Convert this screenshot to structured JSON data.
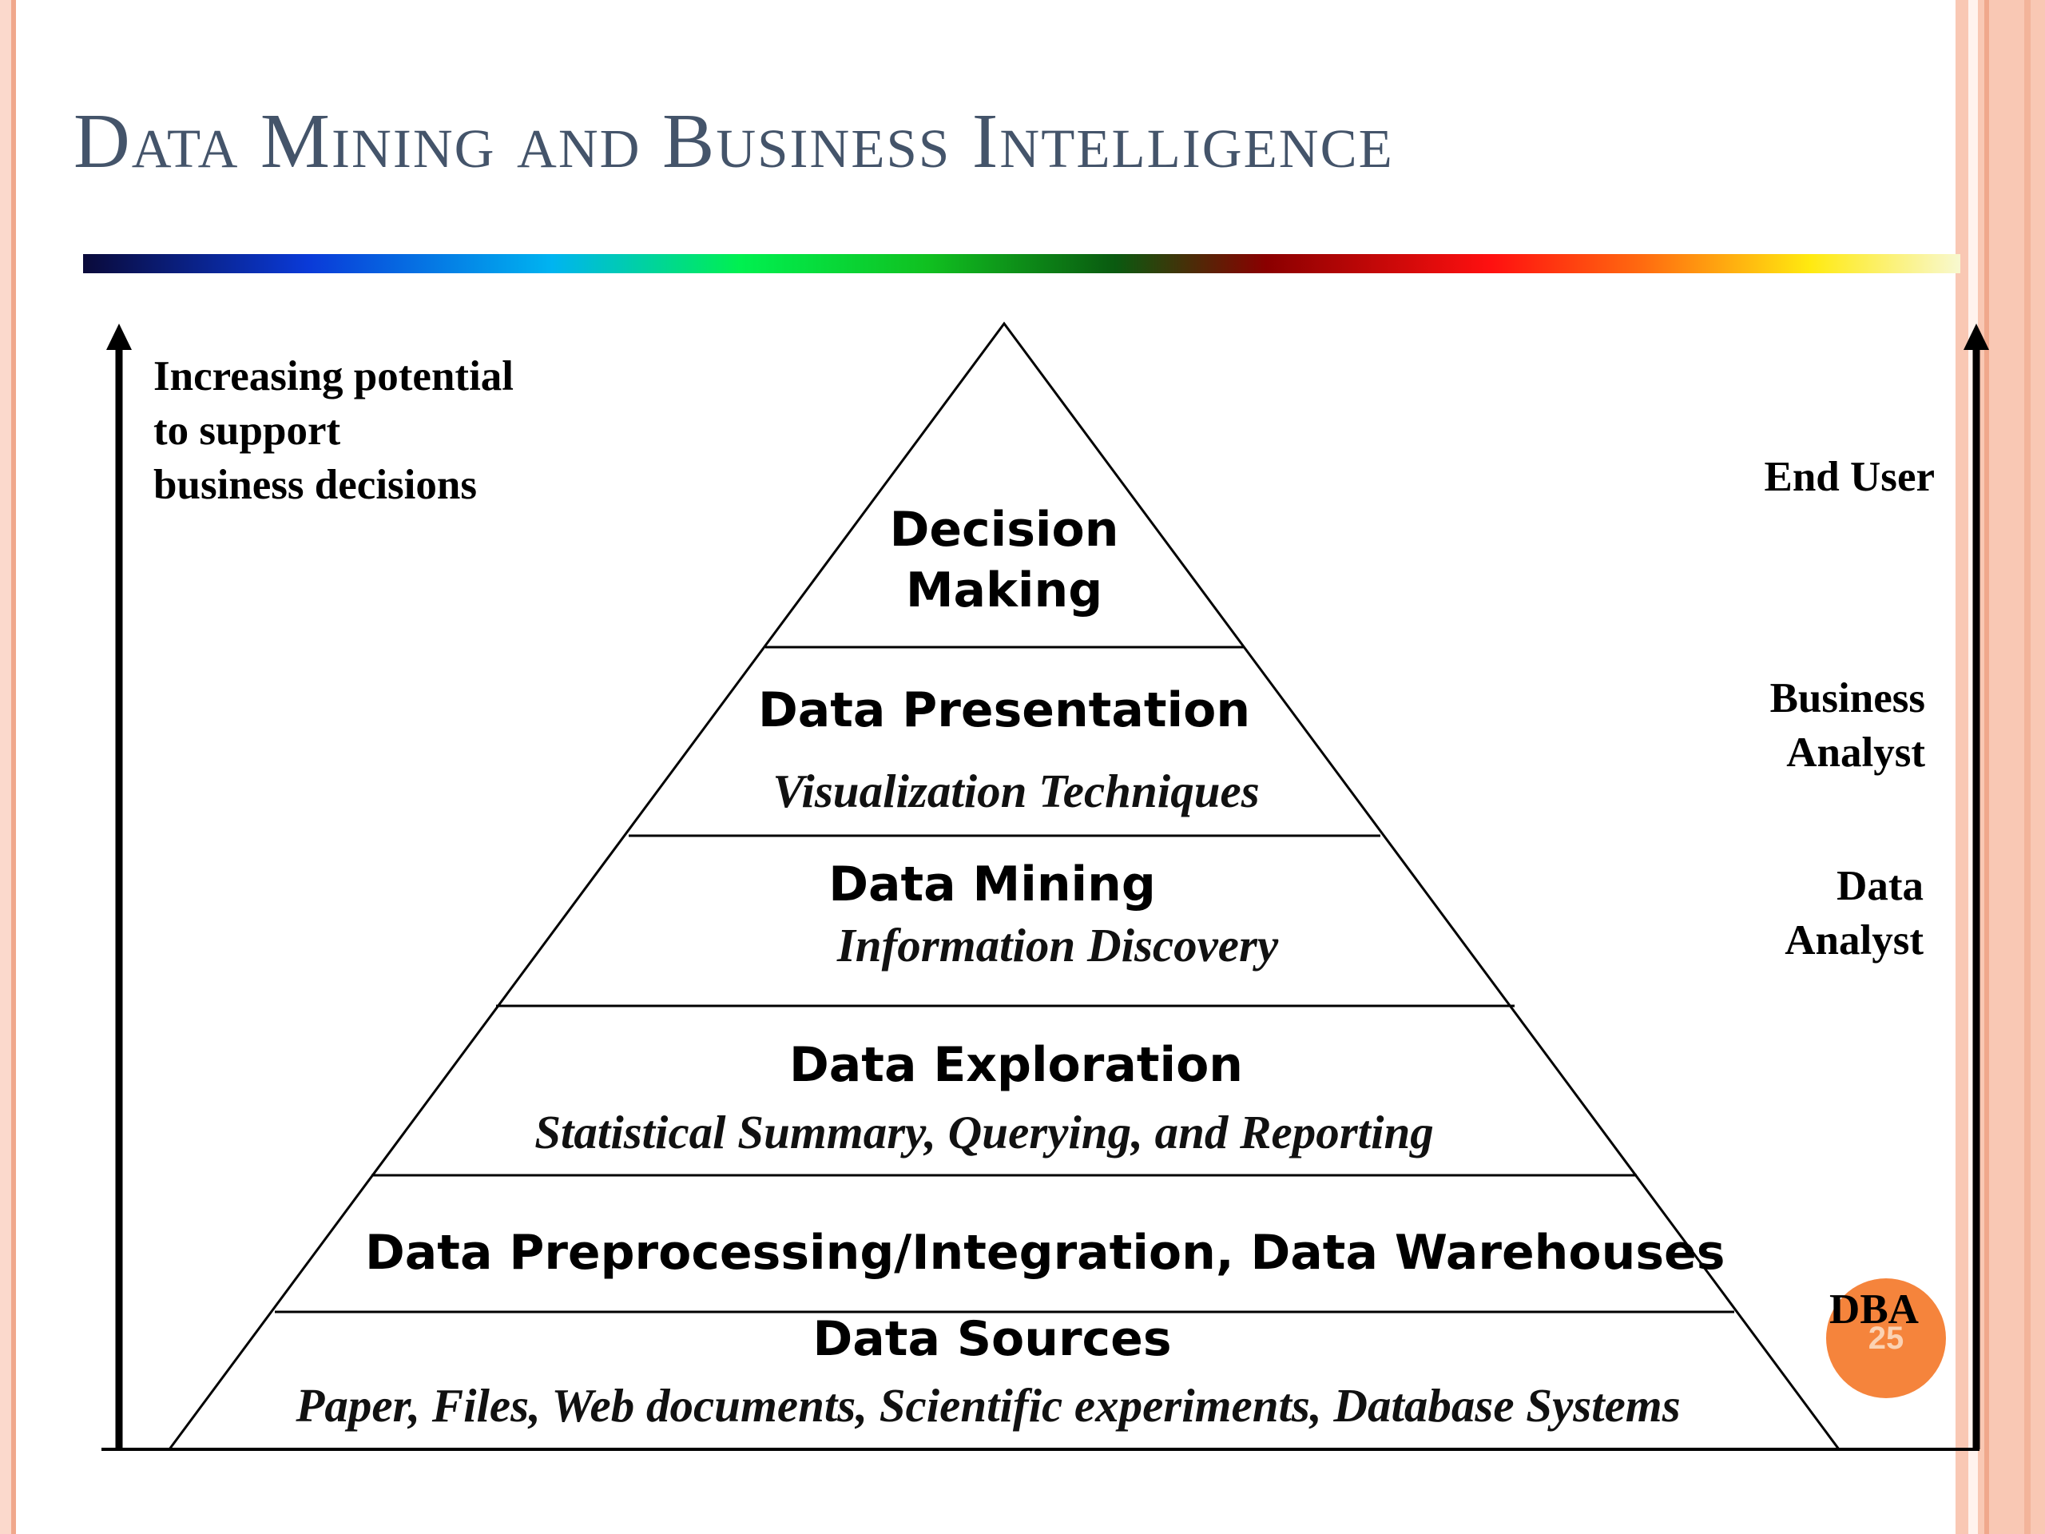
{
  "slide": {
    "title": "Data Mining and Business Intelligence",
    "page_number": "25"
  },
  "left_axis": {
    "label": "Increasing potential\nto support\nbusiness decisions"
  },
  "pyramid": {
    "layers": [
      {
        "title": "Decision\nMaking",
        "subtitle": ""
      },
      {
        "title": "Data Presentation",
        "subtitle": "Visualization Techniques"
      },
      {
        "title": "Data Mining",
        "subtitle": "Information Discovery"
      },
      {
        "title": "Data Exploration",
        "subtitle": "Statistical Summary, Querying, and Reporting"
      },
      {
        "title": "Data Preprocessing/Integration, Data Warehouses",
        "subtitle": ""
      },
      {
        "title": "Data Sources",
        "subtitle": "Paper, Files, Web documents, Scientific experiments, Database Systems"
      }
    ]
  },
  "roles": {
    "end_user": "End User",
    "business_analyst": "Business\nAnalyst",
    "data_analyst": "Data\nAnalyst",
    "dba": "DBA"
  },
  "colors": {
    "title": "#44546a",
    "badge": "#f5843c",
    "border": "#f4b8a0"
  }
}
